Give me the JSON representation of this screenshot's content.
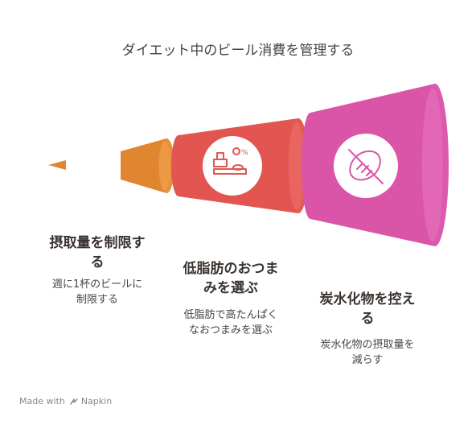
{
  "title": "ダイエット中のビール消費を管理する",
  "steps": [
    {
      "heading": "摂取量を制限する",
      "heading_lines": [
        "摂取量を制限す",
        "る"
      ],
      "desc_lines": [
        "週に1杯のビールに",
        "制限する"
      ],
      "color": "#E08530",
      "icon": "scale-balance-icon"
    },
    {
      "heading": "低脂肪のおつまみを選ぶ",
      "heading_lines": [
        "低脂肪のおつま",
        "みを選ぶ"
      ],
      "desc_lines": [
        "低脂肪で高たんぱく",
        "なおつまみを選ぶ"
      ],
      "color": "#E25550",
      "icon": "food-scale-icon"
    },
    {
      "heading": "炭水化物を控える",
      "heading_lines": [
        "炭水化物を控え",
        "る"
      ],
      "desc_lines": [
        "炭水化物の摂取量を",
        "減らす"
      ],
      "color": "#DA55A8",
      "icon": "no-bread-icon"
    }
  ],
  "footer": {
    "made_with": "Made with",
    "brand": "Napkin"
  }
}
